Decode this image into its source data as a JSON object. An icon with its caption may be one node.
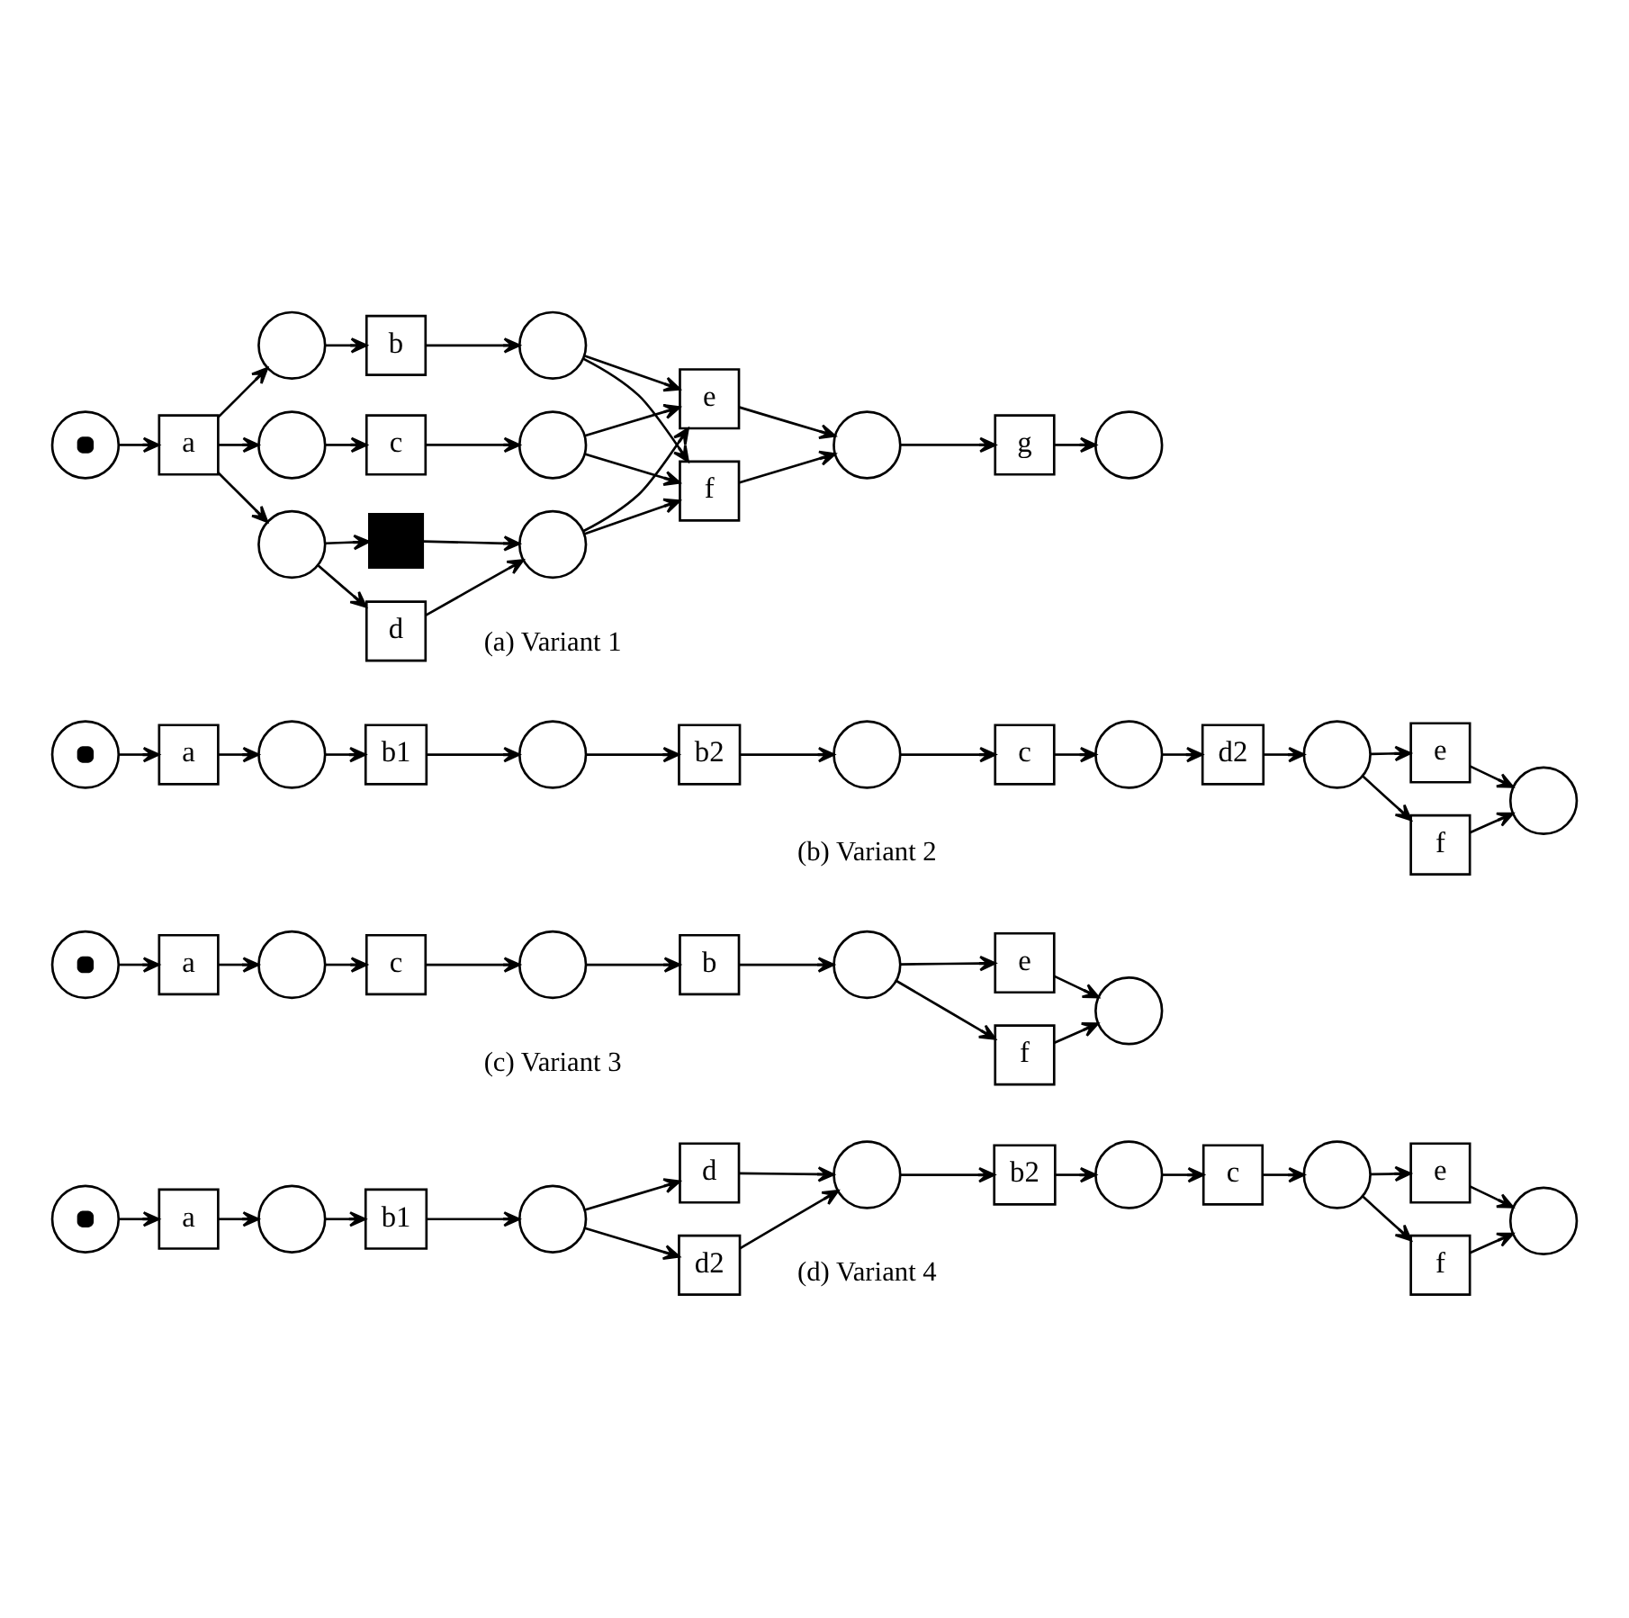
{
  "diagram": {
    "nodes": [
      {
        "text": [],
        "shape": "token"
      },
      {
        "text": [
          "a"
        ]
      },
      {
        "text": [],
        "shape": "circle"
      },
      {
        "text": [],
        "shape": "circle"
      },
      {
        "text": [],
        "shape": "circle"
      },
      {
        "text": [
          "b"
        ]
      },
      {
        "text": [
          "c"
        ]
      },
      {
        "text": [
          "d"
        ]
      },
      {
        "text": [],
        "shape": "square"
      },
      {
        "text": [],
        "shape": "circle"
      },
      {
        "text": [],
        "shape": "circle"
      },
      {
        "text": [],
        "shape": "circle"
      },
      {
        "text": [
          "e"
        ]
      },
      {
        "text": [
          "f"
        ]
      },
      {
        "text": [],
        "shape": "circle"
      },
      {
        "text": [
          "g"
        ]
      },
      {
        "text": [],
        "shape": "circle"
      },
      {
        "text": [],
        "shape": "token"
      },
      {
        "text": [
          "a"
        ]
      },
      {
        "text": [],
        "shape": "circle"
      },
      {
        "text": [
          "b1"
        ]
      },
      {
        "text": [],
        "shape": "circle"
      },
      {
        "text": [
          "b2"
        ]
      },
      {
        "text": [],
        "shape": "circle"
      },
      {
        "text": [
          "c"
        ]
      },
      {
        "text": [],
        "shape": "circle"
      },
      {
        "text": [
          "d2"
        ]
      },
      {
        "text": [],
        "shape": "circle"
      },
      {
        "text": [
          "e"
        ]
      },
      {
        "text": [
          "f"
        ]
      },
      {
        "text": [],
        "shape": "circle"
      },
      {
        "text": [],
        "shape": "token"
      },
      {
        "text": [
          "a"
        ]
      },
      {
        "text": [],
        "shape": "circle"
      },
      {
        "text": [
          "c"
        ]
      },
      {
        "text": [],
        "shape": "circle"
      },
      {
        "text": [
          "b"
        ]
      },
      {
        "text": [],
        "shape": "circle"
      },
      {
        "text": [
          "e"
        ]
      },
      {
        "text": [
          "f"
        ]
      },
      {
        "text": [],
        "shape": "circle"
      },
      {
        "text": [],
        "shape": "token"
      },
      {
        "text": [
          "a"
        ]
      },
      {
        "text": [],
        "shape": "circle"
      },
      {
        "text": [
          "b1"
        ]
      },
      {
        "text": [],
        "shape": "circle"
      },
      {
        "text": [
          "d"
        ]
      },
      {
        "text": [
          "d2"
        ]
      },
      {
        "text": [],
        "shape": "circle"
      },
      {
        "text": [
          "b2"
        ]
      },
      {
        "text": [],
        "shape": "circle"
      },
      {
        "text": [
          "c"
        ]
      },
      {
        "text": [],
        "shape": "circle"
      },
      {
        "text": [
          "e"
        ]
      },
      {
        "text": [
          "f"
        ]
      },
      {
        "text": [],
        "shape": "circle"
      }
    ],
    "edges": [
      {
        "from": 0,
        "to": 1,
        "arrow": "to"
      },
      {
        "from": 1,
        "to": 2,
        "arrow": "to"
      },
      {
        "from": 1,
        "to": 3,
        "arrow": "to"
      },
      {
        "from": 1,
        "to": 4,
        "arrow": "to"
      },
      {
        "from": 2,
        "to": 5,
        "arrow": "to"
      },
      {
        "from": 3,
        "to": 6,
        "arrow": "to"
      },
      {
        "from": 4,
        "to": 7,
        "arrow": "to"
      },
      {
        "from": 4,
        "to": 8,
        "arrow": "to"
      },
      {
        "from": 5,
        "to": 9,
        "arrow": "to"
      },
      {
        "from": 6,
        "to": 10,
        "arrow": "to"
      },
      {
        "from": 7,
        "to": 11,
        "arrow": "to"
      },
      {
        "from": 8,
        "to": 11,
        "arrow": "to"
      },
      {
        "from": 9,
        "to": 12,
        "arrow": "to"
      },
      {
        "from": 9,
        "to": 13,
        "arrow": "to"
      },
      {
        "from": 10,
        "to": 12,
        "arrow": "to"
      },
      {
        "from": 10,
        "to": 13,
        "arrow": "to"
      },
      {
        "from": 11,
        "to": 12,
        "arrow": "to"
      },
      {
        "from": 11,
        "to": 13,
        "arrow": "to"
      },
      {
        "from": 12,
        "to": 14,
        "arrow": "to"
      },
      {
        "from": 13,
        "to": 14,
        "arrow": "to"
      },
      {
        "from": 14,
        "to": 15,
        "arrow": "to"
      },
      {
        "from": 15,
        "to": 16,
        "arrow": "to"
      },
      {
        "from": 17,
        "to": 18,
        "arrow": "to"
      },
      {
        "from": 18,
        "to": 19,
        "arrow": "to"
      },
      {
        "from": 19,
        "to": 20,
        "arrow": "to"
      },
      {
        "from": 20,
        "to": 21,
        "arrow": "to"
      },
      {
        "from": 21,
        "to": 22,
        "arrow": "to"
      },
      {
        "from": 22,
        "to": 23,
        "arrow": "to"
      },
      {
        "from": 23,
        "to": 24,
        "arrow": "to"
      },
      {
        "from": 24,
        "to": 25,
        "arrow": "to"
      },
      {
        "from": 25,
        "to": 26,
        "arrow": "to"
      },
      {
        "from": 26,
        "to": 27,
        "arrow": "to"
      },
      {
        "from": 27,
        "to": 28,
        "arrow": "to"
      },
      {
        "from": 27,
        "to": 29,
        "arrow": "to"
      },
      {
        "from": 28,
        "to": 30,
        "arrow": "to"
      },
      {
        "from": 29,
        "to": 30,
        "arrow": "to"
      },
      {
        "from": 31,
        "to": 32,
        "arrow": "to"
      },
      {
        "from": 32,
        "to": 33,
        "arrow": "to"
      },
      {
        "from": 33,
        "to": 34,
        "arrow": "to"
      },
      {
        "from": 34,
        "to": 35,
        "arrow": "to"
      },
      {
        "from": 35,
        "to": 36,
        "arrow": "to"
      },
      {
        "from": 36,
        "to": 37,
        "arrow": "to"
      },
      {
        "from": 37,
        "to": 38,
        "arrow": "to"
      },
      {
        "from": 37,
        "to": 39,
        "arrow": "to"
      },
      {
        "from": 38,
        "to": 40,
        "arrow": "to"
      },
      {
        "from": 39,
        "to": 40,
        "arrow": "to"
      },
      {
        "from": 41,
        "to": 42,
        "arrow": "to"
      },
      {
        "from": 42,
        "to": 43,
        "arrow": "to"
      },
      {
        "from": 43,
        "to": 44,
        "arrow": "to"
      },
      {
        "from": 44,
        "to": 45,
        "arrow": "to"
      },
      {
        "from": 45,
        "to": 46,
        "arrow": "to"
      },
      {
        "from": 45,
        "to": 47,
        "arrow": "to"
      },
      {
        "from": 46,
        "to": 48,
        "arrow": "to"
      },
      {
        "from": 47,
        "to": 48,
        "arrow": "to"
      },
      {
        "from": 48,
        "to": 49,
        "arrow": "to"
      },
      {
        "from": 49,
        "to": 50,
        "arrow": "to"
      },
      {
        "from": 50,
        "to": 51,
        "arrow": "to"
      },
      {
        "from": 51,
        "to": 52,
        "arrow": "to"
      },
      {
        "from": 52,
        "to": 53,
        "arrow": "to"
      },
      {
        "from": 52,
        "to": 54,
        "arrow": "to"
      },
      {
        "from": 53,
        "to": 55,
        "arrow": "to"
      },
      {
        "from": 54,
        "to": 55,
        "arrow": "to"
      }
    ],
    "labels": [
      "(a) Variant 1",
      "(b) Variant 2",
      "(c) Variant 3",
      "(d) Variant 4"
    ]
  }
}
